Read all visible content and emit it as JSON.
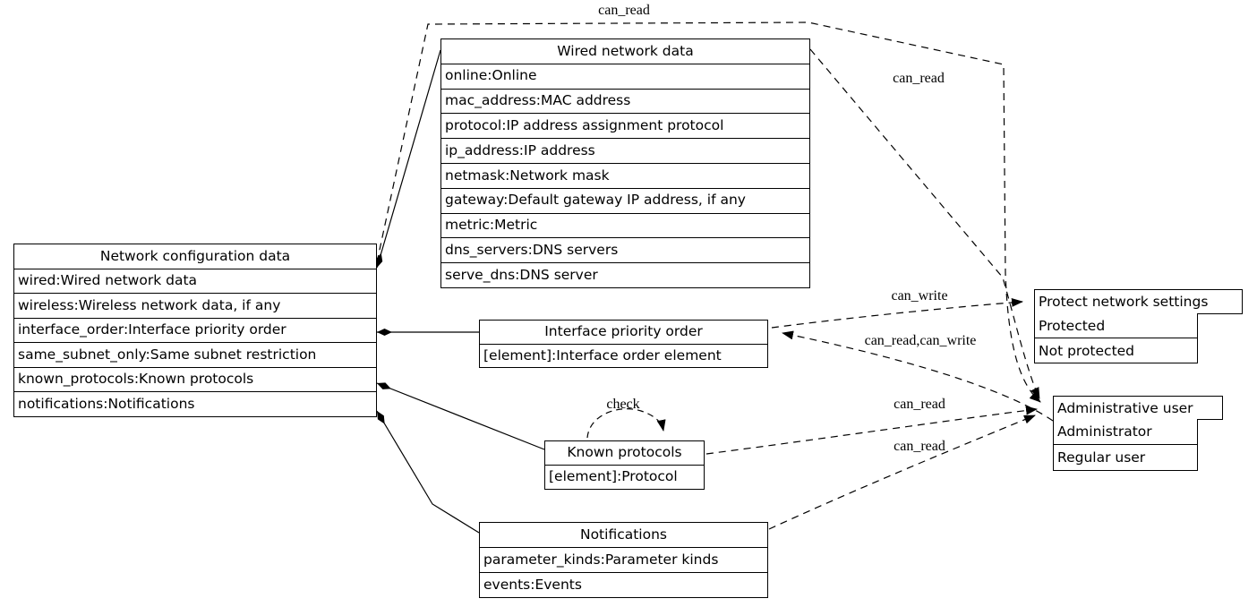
{
  "diagram": {
    "colors": {
      "line": "#000000",
      "background": "#ffffff",
      "text": "#000000"
    },
    "nodes": {
      "config": {
        "title": "Network configuration data",
        "rows": [
          "wired:Wired network data",
          "wireless:Wireless network data, if any",
          "interface_order:Interface priority order",
          "same_subnet_only:Same subnet restriction",
          "known_protocols:Known protocols",
          "notifications:Notifications"
        ]
      },
      "wired": {
        "title": "Wired network data",
        "rows": [
          "online:Online",
          "mac_address:MAC address",
          "protocol:IP address assignment protocol",
          "ip_address:IP address",
          "netmask:Network mask",
          "gateway:Default gateway IP address, if any",
          "metric:Metric",
          "dns_servers:DNS servers",
          "serve_dns:DNS server"
        ]
      },
      "interface_order": {
        "title": "Interface priority order",
        "rows": [
          "[element]:Interface order element"
        ]
      },
      "known_protocols": {
        "title": "Known protocols",
        "rows": [
          "[element]:Protocol"
        ]
      },
      "notifications": {
        "title": "Notifications",
        "rows": [
          "parameter_kinds:Parameter kinds",
          "events:Events"
        ]
      },
      "protect": {
        "title": "Protect network settings",
        "rows": [
          "Protected",
          "Not protected"
        ]
      },
      "admin": {
        "title": "Administrative user",
        "rows": [
          "Administrator",
          "Regular user"
        ]
      }
    },
    "edge_labels": {
      "config_admin": "can_read",
      "wired_admin": "can_read",
      "interface_protect": "can_write",
      "admin_interface": "can_read,can_write",
      "known_admin": "can_read",
      "notifications_admin": "can_read",
      "check_loop": "check"
    }
  }
}
